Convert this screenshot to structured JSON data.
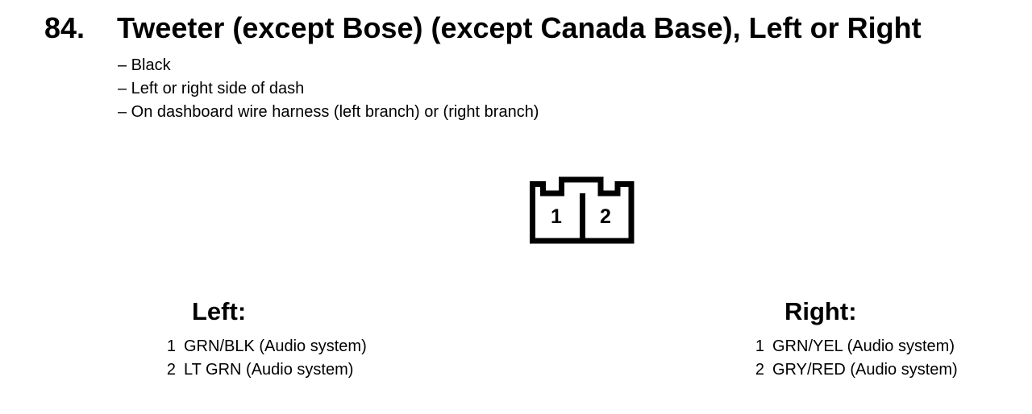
{
  "colors": {
    "background": "#ffffff",
    "text": "#000000"
  },
  "header": {
    "item_number": "84.",
    "title": "Tweeter (except Bose) (except Canada Base), Left or Right"
  },
  "notes": [
    "– Black",
    "– Left or right side of dash",
    "– On dashboard wire harness (left branch) or (right branch)"
  ],
  "connector": {
    "pin_1": "1",
    "pin_2": "2"
  },
  "left_section": {
    "heading": "Left:",
    "pins": [
      {
        "num": "1",
        "label": "GRN/BLK (Audio system)"
      },
      {
        "num": "2",
        "label": "LT GRN (Audio system)"
      }
    ]
  },
  "right_section": {
    "heading": "Right:",
    "pins": [
      {
        "num": "1",
        "label": "GRN/YEL (Audio system)"
      },
      {
        "num": "2",
        "label": "GRY/RED (Audio system)"
      }
    ]
  }
}
